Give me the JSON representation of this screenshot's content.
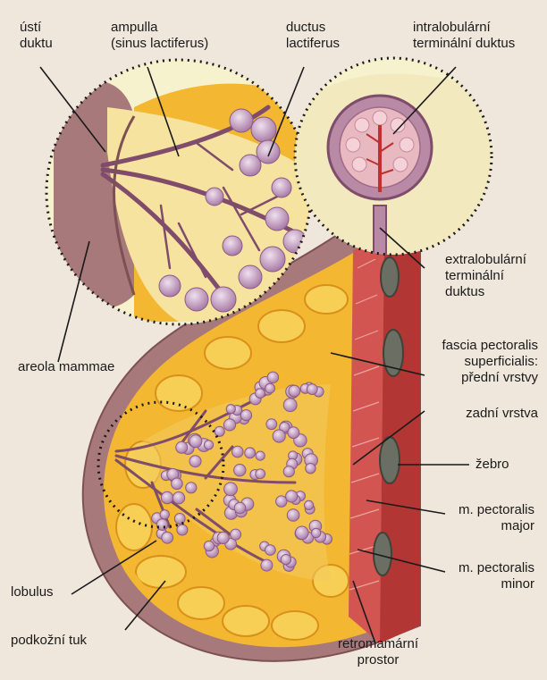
{
  "labels": {
    "usti_duktu": [
      "ústí",
      "duktu"
    ],
    "ampulla": [
      "ampulla",
      "(sinus lactiferus)"
    ],
    "ductus_lactiferus": [
      "ductus",
      "lactiferus"
    ],
    "intralobularni": [
      "intralobulární",
      "terminální duktus"
    ],
    "extralobularni": [
      "extralobulární",
      "terminální",
      "duktus"
    ],
    "fascia": [
      "fascia pectoralis",
      "superficialis:",
      "přední vrstvy"
    ],
    "zadni_vrstva": "zadní vrstva",
    "zebro": "žebro",
    "pectoralis_major": [
      "m. pectoralis",
      "major"
    ],
    "pectoralis_minor": [
      "m. pectoralis",
      "minor"
    ],
    "retromamarni": [
      "retromamární",
      "prostor"
    ],
    "areola": "areola mammae",
    "lobulus": "lobulus",
    "podkozni_tuk": "podkožní tuk"
  },
  "colors": {
    "background": "#efe7dc",
    "skin": "#a8797a",
    "skin_dark": "#8c5d5f",
    "fat": "#f3b731",
    "fat_light": "#f7d46a",
    "gland": "#b98aa6",
    "acini": "#c9a2c4",
    "duct": "#7f4c6b",
    "muscle": "#b23634",
    "muscle_light": "#d25551",
    "rib": "#6a6e63",
    "zoom_bg": "#f7f2ce"
  }
}
